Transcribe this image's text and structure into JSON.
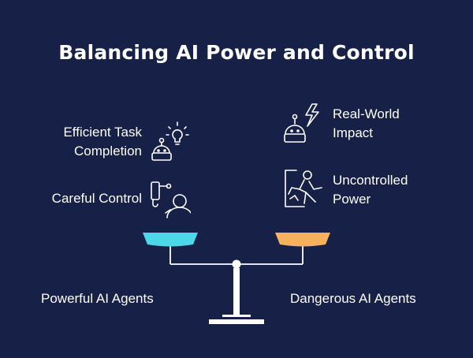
{
  "title": "Balancing AI Power and Control",
  "left": {
    "items": [
      {
        "line1": "Efficient Task",
        "line2": "Completion",
        "icon": "robot-lightbulb-icon"
      },
      {
        "line1": "Careful Control",
        "line2": "",
        "icon": "person-with-device-icon"
      }
    ],
    "base_label": "Powerful AI Agents",
    "pan_color": "#4dd8ea"
  },
  "right": {
    "items": [
      {
        "line1": "Real-World",
        "line2": "Impact",
        "icon": "robot-lightning-icon"
      },
      {
        "line1": "Uncontrolled",
        "line2": "Power",
        "icon": "breaking-figure-icon"
      }
    ],
    "base_label": "Dangerous AI Agents",
    "pan_color": "#f7b15c"
  }
}
